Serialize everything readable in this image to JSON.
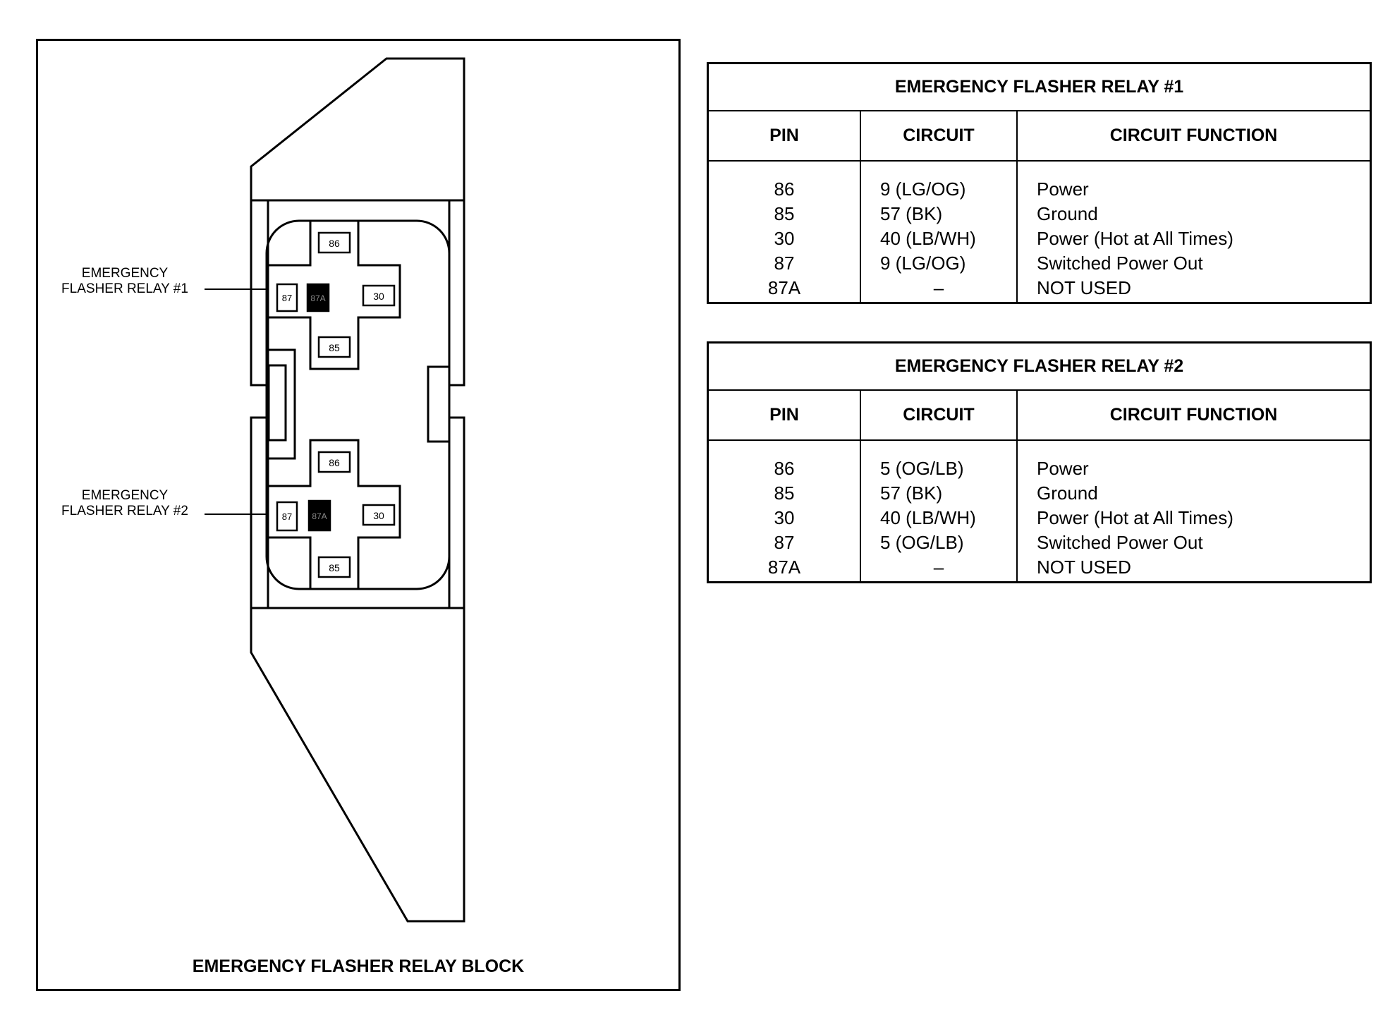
{
  "diagram": {
    "title": "EMERGENCY FLASHER RELAY BLOCK",
    "callouts": [
      "EMERGENCY\nFLASHER RELAY #1",
      "EMERGENCY\nFLASHER RELAY #2"
    ],
    "relays": [
      {
        "pins": {
          "top": "86",
          "left": "87",
          "center": "87A",
          "right": "30",
          "bottom": "85"
        }
      },
      {
        "pins": {
          "top": "86",
          "left": "87",
          "center": "87A",
          "right": "30",
          "bottom": "85"
        }
      }
    ]
  },
  "tables": [
    {
      "title": "EMERGENCY FLASHER RELAY #1",
      "headers": [
        "PIN",
        "CIRCUIT",
        "CIRCUIT FUNCTION"
      ],
      "rows": [
        {
          "pin": "86",
          "circuit": "9 (LG/OG)",
          "function": "Power"
        },
        {
          "pin": "85",
          "circuit": "57 (BK)",
          "function": "Ground"
        },
        {
          "pin": "30",
          "circuit": "40 (LB/WH)",
          "function": "Power (Hot at All Times)"
        },
        {
          "pin": "87",
          "circuit": "9 (LG/OG)",
          "function": "Switched Power Out"
        },
        {
          "pin": "87A",
          "circuit": "–",
          "function": "NOT USED"
        }
      ]
    },
    {
      "title": "EMERGENCY FLASHER RELAY #2",
      "headers": [
        "PIN",
        "CIRCUIT",
        "CIRCUIT FUNCTION"
      ],
      "rows": [
        {
          "pin": "86",
          "circuit": "5 (OG/LB)",
          "function": "Power"
        },
        {
          "pin": "85",
          "circuit": "57 (BK)",
          "function": "Ground"
        },
        {
          "pin": "30",
          "circuit": "40 (LB/WH)",
          "function": "Power (Hot at All Times)"
        },
        {
          "pin": "87",
          "circuit": "5 (OG/LB)",
          "function": "Switched Power Out"
        },
        {
          "pin": "87A",
          "circuit": "–",
          "function": "NOT USED"
        }
      ]
    }
  ]
}
